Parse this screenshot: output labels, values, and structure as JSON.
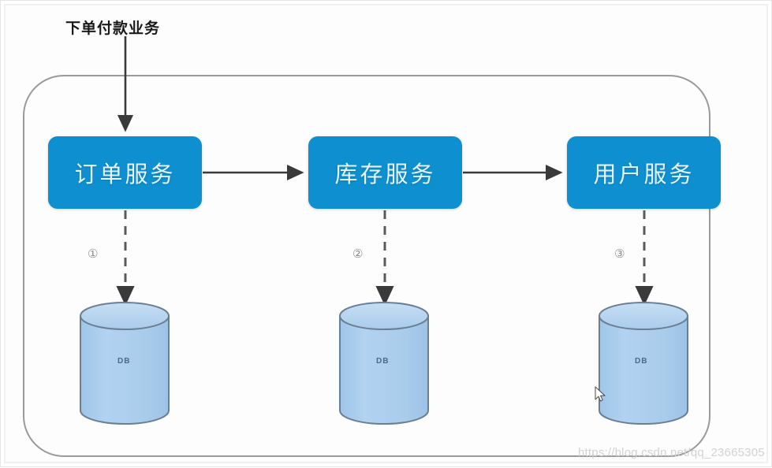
{
  "diagram": {
    "title": "下单付款业务",
    "services": [
      {
        "id": "order",
        "label": "订单服务"
      },
      {
        "id": "inventory",
        "label": "库存服务"
      },
      {
        "id": "user",
        "label": "用户服务"
      }
    ],
    "databases": [
      {
        "id": "db-order",
        "label": "DB"
      },
      {
        "id": "db-inventory",
        "label": "DB"
      },
      {
        "id": "db-user",
        "label": "DB"
      }
    ],
    "step_markers": [
      "①",
      "②",
      "③"
    ],
    "colors": {
      "service_fill": "#0d8fd0",
      "service_text": "#e8f4fb",
      "db_fill": "#a9cceb",
      "db_top_fill": "#bcd9f1",
      "db_stroke": "#6b7f93",
      "arrow": "#3a3a3a",
      "container_border": "#9a9a9a",
      "watermark": "#d2d2d2"
    }
  },
  "watermark": {
    "text": "https://blog.csdn.net/qq_23665305"
  },
  "cursor": {
    "name": "mouse-pointer"
  }
}
